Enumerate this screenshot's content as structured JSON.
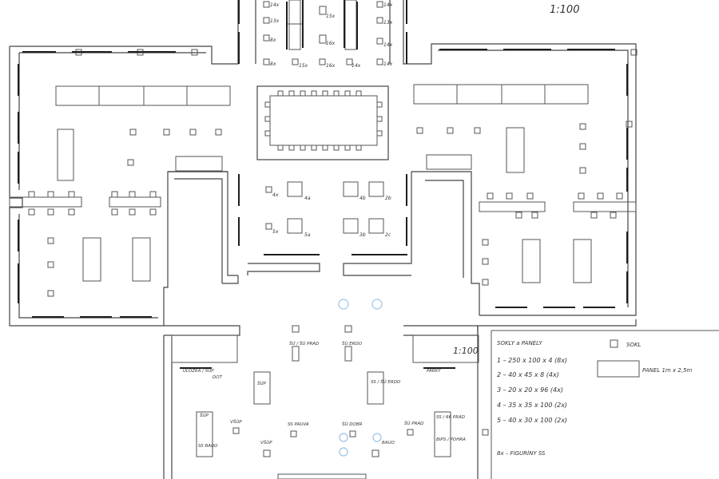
{
  "scale_top": "1:100",
  "scale_bottom": "1:100",
  "legend": {
    "title": "SOKLY a PANELY",
    "items": [
      "1 – 250 x 100 x 4  (8x)",
      "2 – 40 x 45 x 8  (4x)",
      "3 – 20 x 20 x 96  (4x)",
      "4 – 35 x 35 x 100  (2x)",
      "5 – 40 x 30 x 100  (2x)"
    ],
    "figuriny": "8x – FIGURÍNY SS",
    "sokl_label": "SOKL",
    "panel_label": "PANEL 1m x 2,5m"
  },
  "top_labels": [
    "14x",
    "13x",
    "8x",
    "14x",
    "13x",
    "14x",
    "14x",
    "8x",
    "15x",
    "16x",
    "14x",
    "16x",
    "15x"
  ],
  "center_labels": [
    "4x",
    "4a",
    "4b",
    "2b",
    "5x",
    "5a",
    "3b",
    "2c"
  ],
  "bottom_labels": {
    "l1": "ÚLOŽKA / ŠÚP",
    "l2": "DOT",
    "l3": "PARKY",
    "l4": "ŠÚP",
    "l5": "ŠÚP",
    "l6": "ŠÚ / ŠÚ PRAD",
    "l7": "SS / ŠÚ ERDO",
    "l8": "ŠÚ ERDO",
    "l9": "VŠÚP",
    "l10": "SS BAUO",
    "l11": "SS PAUVA",
    "l12": "ŠÚ DOBR",
    "l13": "ŠÚ PRAD",
    "l14": "SS / 66 PRAD",
    "l15": "BIPS / POHRA",
    "l16": "VŠÚP",
    "l17": "BAUO",
    "l18": "8x – FIGURÍNY SS"
  }
}
